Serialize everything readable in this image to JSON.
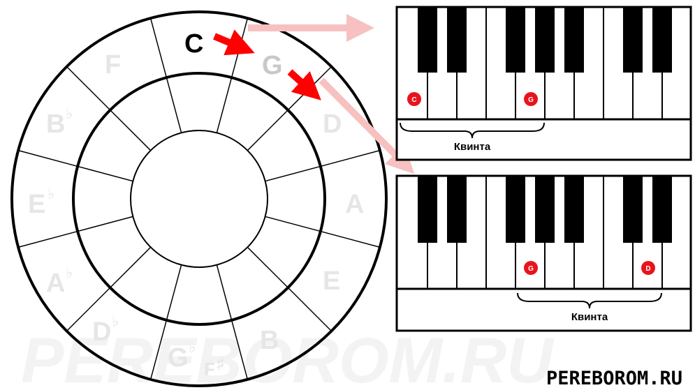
{
  "circle": {
    "notes": [
      {
        "label": "C",
        "style": "big"
      },
      {
        "label": "G",
        "style": "mid"
      },
      {
        "label": "D",
        "style": "faded"
      },
      {
        "label": "A",
        "style": "faded"
      },
      {
        "label": "E",
        "style": "faded"
      },
      {
        "label": "B",
        "style": "faded"
      },
      {
        "label": "G",
        "accidental": "♭",
        "style": "faded"
      },
      {
        "label": "F",
        "accidental": "♯",
        "style": "faded"
      },
      {
        "label": "D",
        "accidental": "♭",
        "style": "faded"
      },
      {
        "label": "A",
        "accidental": "♭",
        "style": "faded"
      },
      {
        "label": "E",
        "accidental": "♭",
        "style": "faded"
      },
      {
        "label": "B",
        "accidental": "♭",
        "style": "faded"
      },
      {
        "label": "F",
        "style": "faded"
      }
    ]
  },
  "keyboards": [
    {
      "markers": [
        {
          "label": "C"
        },
        {
          "label": "G"
        }
      ],
      "bracket_label": "Квинта"
    },
    {
      "markers": [
        {
          "label": "G"
        },
        {
          "label": "D"
        }
      ],
      "bracket_label": "Квинта"
    }
  ],
  "colors": {
    "arrow": "#ff0000",
    "faded_arrow": "#f7c1c1",
    "marker": "#e8141c"
  },
  "watermark": "PEREBOROM.RU",
  "site_label": "PEREBOROM.RU"
}
